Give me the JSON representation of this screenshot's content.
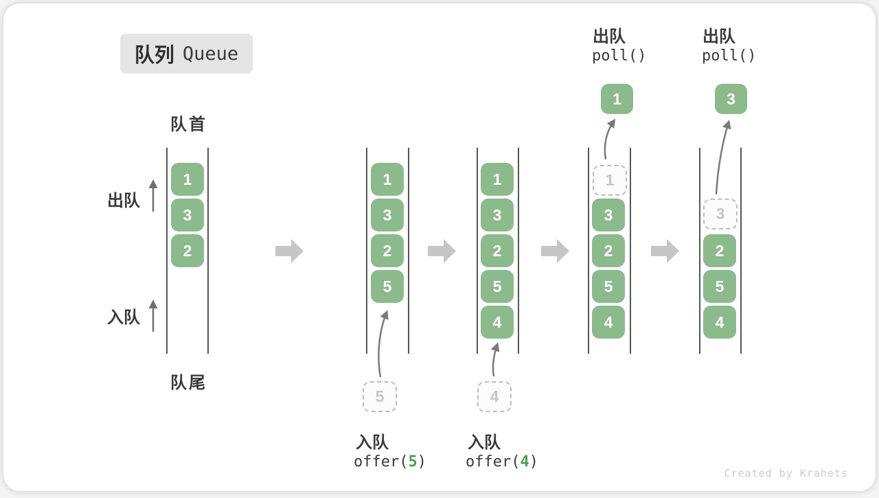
{
  "title": {
    "badge_zh": "队列",
    "badge_en": "Queue"
  },
  "labels": {
    "front": "队首",
    "rear": "队尾",
    "dequeue_side": "出队",
    "enqueue_side": "入队"
  },
  "captions": {
    "enqueue5": {
      "action": "入队",
      "code_pre": "offer(",
      "code_arg": "5",
      "code_post": ")"
    },
    "enqueue4": {
      "action": "入队",
      "code_pre": "offer(",
      "code_arg": "4",
      "code_post": ")"
    },
    "dequeue1": {
      "action": "出队",
      "code": "poll()"
    },
    "dequeue3": {
      "action": "出队",
      "code": "poll()"
    }
  },
  "states": {
    "s1": {
      "items": [
        "1",
        "3",
        "2"
      ]
    },
    "s2": {
      "items": [
        "1",
        "3",
        "2",
        "5"
      ],
      "incoming": "5"
    },
    "s3": {
      "items": [
        "1",
        "3",
        "2",
        "5",
        "4"
      ],
      "incoming": "4"
    },
    "s4": {
      "ghost": "1",
      "items": [
        "3",
        "2",
        "5",
        "4"
      ],
      "popped": "1"
    },
    "s5": {
      "ghost": "3",
      "items": [
        "2",
        "5",
        "4"
      ],
      "popped": "3"
    }
  },
  "colors": {
    "box_green": "#8CBA8C",
    "accent_green": "#4CA04C",
    "ghost_gray": "#BDBDBD",
    "step_arrow_gray": "#C6C6C6",
    "line_dark": "#555555",
    "text_dark": "#3A3A3A",
    "watermark_gray": "#CCCCCC"
  },
  "watermark": "Created by Krahets"
}
